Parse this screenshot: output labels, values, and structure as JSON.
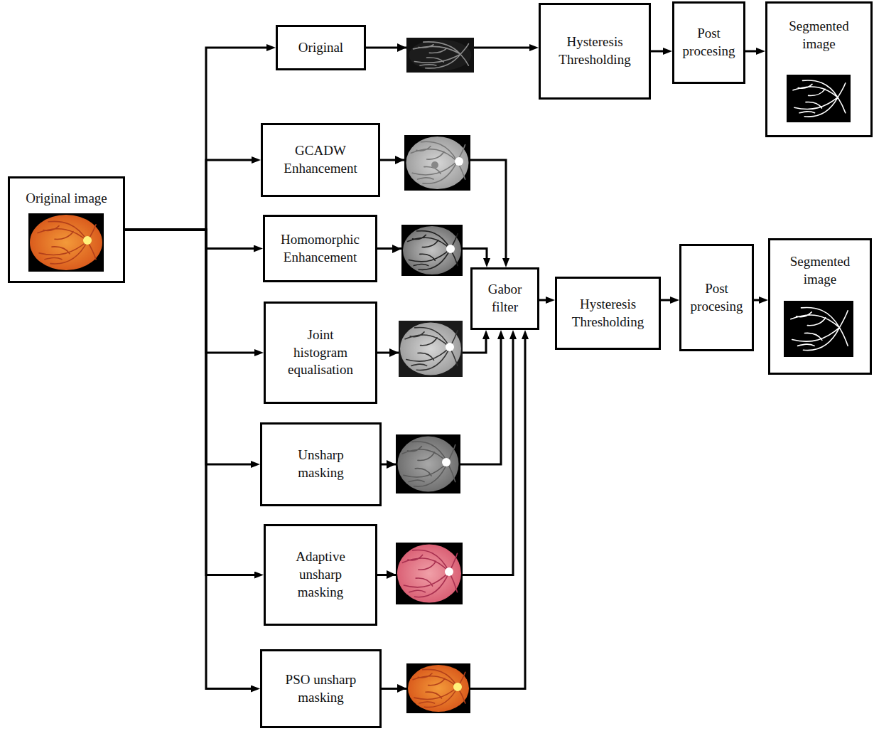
{
  "diagram": {
    "nodes": [
      {
        "text": [
          "Original image"
        ]
      },
      {
        "text": [
          "Original"
        ]
      },
      {
        "text": [
          "Hysteresis Thresholding"
        ]
      },
      {
        "text": [
          "Post procesing"
        ]
      },
      {
        "text": [
          "Segmented image"
        ]
      },
      {
        "text": [
          "GCADW Enhancement"
        ]
      },
      {
        "text": [
          "Homomorphic Enhancement"
        ]
      },
      {
        "text": [
          "Joint histogram equalisation"
        ]
      },
      {
        "text": [
          "Unsharp masking"
        ]
      },
      {
        "text": [
          "Adaptive unsharp masking"
        ]
      },
      {
        "text": [
          "PSO unsharp masking"
        ]
      },
      {
        "text": [
          "Gabor filter"
        ]
      },
      {
        "text": [
          "Hysteresis Thresholding"
        ]
      },
      {
        "text": [
          "Post procesing"
        ]
      },
      {
        "text": [
          "Segmented image"
        ]
      }
    ],
    "edges": [
      {
        "from": 0,
        "to": 1,
        "arrow": "to"
      },
      {
        "from": 0,
        "to": 5,
        "arrow": "to"
      },
      {
        "from": 0,
        "to": 6,
        "arrow": "to"
      },
      {
        "from": 0,
        "to": 7,
        "arrow": "to"
      },
      {
        "from": 0,
        "to": 8,
        "arrow": "to"
      },
      {
        "from": 0,
        "to": 9,
        "arrow": "to"
      },
      {
        "from": 0,
        "to": 10,
        "arrow": "to"
      },
      {
        "from": 1,
        "to": 2,
        "arrow": "to"
      },
      {
        "from": 2,
        "to": 3,
        "arrow": "to"
      },
      {
        "from": 3,
        "to": 4,
        "arrow": "to"
      },
      {
        "from": 5,
        "to": 11,
        "arrow": "to"
      },
      {
        "from": 6,
        "to": 11,
        "arrow": "to"
      },
      {
        "from": 7,
        "to": 11,
        "arrow": "to"
      },
      {
        "from": 8,
        "to": 11,
        "arrow": "to"
      },
      {
        "from": 9,
        "to": 11,
        "arrow": "to"
      },
      {
        "from": 10,
        "to": 11,
        "arrow": "to"
      },
      {
        "from": 11,
        "to": 12,
        "arrow": "to"
      },
      {
        "from": 12,
        "to": 13,
        "arrow": "to"
      },
      {
        "from": 13,
        "to": 14,
        "arrow": "to"
      }
    ]
  }
}
